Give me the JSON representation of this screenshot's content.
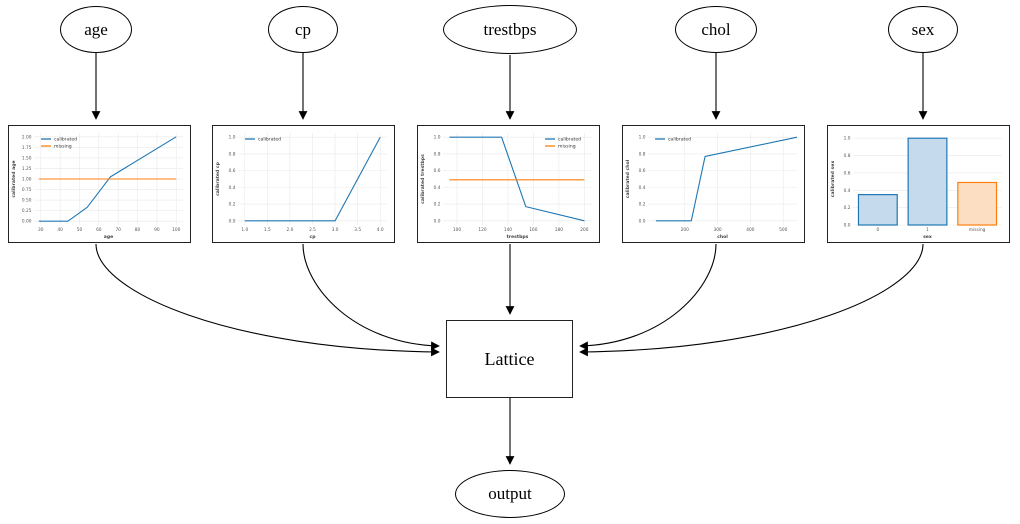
{
  "nodes": {
    "inputs": [
      {
        "label": "age"
      },
      {
        "label": "cp"
      },
      {
        "label": "trestbps"
      },
      {
        "label": "chol"
      },
      {
        "label": "sex"
      }
    ],
    "lattice": "Lattice",
    "output": "output"
  },
  "colors": {
    "calibrated": "#1f77b4",
    "missing": "#ff7f0e",
    "blue_bar_fill": "#c5daed",
    "orange_bar_fill": "#fcdfc2",
    "grid": "#e9e9e9",
    "tick_text": "#555555",
    "axis_label_text": "#444444",
    "edge": "#000000",
    "node_border": "#222222"
  },
  "chart_data": [
    {
      "type": "line",
      "title": "",
      "xlabel": "age",
      "ylabel": "calibrated age",
      "xlim": [
        26.5,
        103.5
      ],
      "ylim": [
        -0.09,
        2.09
      ],
      "xticks": {
        "values": [
          30,
          40,
          50,
          60,
          70,
          80,
          90,
          100
        ],
        "labels": [
          "30",
          "40",
          "50",
          "60",
          "70",
          "80",
          "90",
          "100"
        ]
      },
      "yticks": {
        "values": [
          0,
          0.25,
          0.5,
          0.75,
          1.0,
          1.25,
          1.5,
          1.75,
          2.0
        ],
        "labels": [
          "0.00",
          "0.25",
          "0.50",
          "0.75",
          "1.00",
          "1.25",
          "1.50",
          "1.75",
          "2.00"
        ]
      },
      "series": [
        {
          "name": "calibrated",
          "color": "#1f77b4",
          "points": [
            [
              29,
              0
            ],
            [
              44,
              0
            ],
            [
              54,
              0.33
            ],
            [
              66,
              1.05
            ],
            [
              100,
              2.0
            ]
          ]
        },
        {
          "name": "missing",
          "color": "#ff7f0e",
          "points": [
            [
              29,
              1.0
            ],
            [
              100,
              1.0
            ]
          ]
        }
      ],
      "legend": {
        "position": "top-left",
        "entries": [
          "calibrated",
          "missing"
        ]
      }
    },
    {
      "type": "line",
      "title": "",
      "xlabel": "cp",
      "ylabel": "calibrated cp",
      "xlim": [
        0.85,
        4.15
      ],
      "ylim": [
        -0.05,
        1.05
      ],
      "xticks": {
        "values": [
          1.0,
          1.5,
          2.0,
          2.5,
          3.0,
          3.5,
          4.0
        ],
        "labels": [
          "1.0",
          "1.5",
          "2.0",
          "2.5",
          "3.0",
          "3.5",
          "4.0"
        ]
      },
      "yticks": {
        "values": [
          0,
          0.2,
          0.4,
          0.6,
          0.8,
          1.0
        ],
        "labels": [
          "0.0",
          "0.2",
          "0.4",
          "0.6",
          "0.8",
          "1.0"
        ]
      },
      "series": [
        {
          "name": "calibrated",
          "color": "#1f77b4",
          "points": [
            [
              1,
              0
            ],
            [
              3,
              0
            ],
            [
              4,
              1.0
            ]
          ]
        }
      ],
      "legend": {
        "position": "top-left",
        "entries": [
          "calibrated"
        ]
      }
    },
    {
      "type": "line",
      "title": "",
      "xlabel": "trestbps",
      "ylabel": "calibrated trestbps",
      "xlim": [
        89,
        206
      ],
      "ylim": [
        -0.05,
        1.05
      ],
      "xticks": {
        "values": [
          100,
          120,
          140,
          160,
          180,
          200
        ],
        "labels": [
          "100",
          "120",
          "140",
          "160",
          "180",
          "200"
        ]
      },
      "yticks": {
        "values": [
          0,
          0.2,
          0.4,
          0.6,
          0.8,
          1.0
        ],
        "labels": [
          "0.0",
          "0.2",
          "0.4",
          "0.6",
          "0.8",
          "1.0"
        ]
      },
      "series": [
        {
          "name": "calibrated",
          "color": "#1f77b4",
          "points": [
            [
              94,
              1.0
            ],
            [
              135,
              1.0
            ],
            [
              154,
              0.17
            ],
            [
              200,
              0
            ]
          ]
        },
        {
          "name": "missing",
          "color": "#ff7f0e",
          "points": [
            [
              94,
              0.49
            ],
            [
              200,
              0.49
            ]
          ]
        }
      ],
      "legend": {
        "position": "top-right",
        "entries": [
          "calibrated",
          "missing"
        ]
      }
    },
    {
      "type": "line",
      "title": "",
      "xlabel": "chol",
      "ylabel": "calibrated chol",
      "xlim": [
        88,
        542
      ],
      "ylim": [
        -0.05,
        1.05
      ],
      "xticks": {
        "values": [
          200,
          300,
          400,
          500
        ],
        "labels": [
          "200",
          "300",
          "400",
          "500"
        ]
      },
      "yticks": {
        "values": [
          0,
          0.2,
          0.4,
          0.6,
          0.8,
          1.0
        ],
        "labels": [
          "0.0",
          "0.2",
          "0.4",
          "0.6",
          "0.8",
          "1.0"
        ]
      },
      "series": [
        {
          "name": "calibrated",
          "color": "#1f77b4",
          "points": [
            [
              112,
              0
            ],
            [
              220,
              0
            ],
            [
              262,
              0.77
            ],
            [
              542,
              1.0
            ]
          ]
        }
      ],
      "legend": {
        "position": "top-left",
        "entries": [
          "calibrated"
        ]
      }
    },
    {
      "type": "bar",
      "title": "",
      "xlabel": "sex",
      "ylabel": "calibrated sex",
      "categories": [
        "0",
        "1",
        "missing"
      ],
      "values": [
        0.35,
        1.0,
        0.49
      ],
      "bar_edge_colors": [
        "#1f77b4",
        "#1f77b4",
        "#ff7f0e"
      ],
      "bar_fill_colors": [
        "#c5daed",
        "#c5daed",
        "#fcdfc2"
      ],
      "ylim": [
        0,
        1.06
      ],
      "yticks": {
        "values": [
          0,
          0.2,
          0.4,
          0.6,
          0.8,
          1.0
        ],
        "labels": [
          "0.0",
          "0.2",
          "0.4",
          "0.6",
          "0.8",
          "1.0"
        ]
      }
    }
  ]
}
